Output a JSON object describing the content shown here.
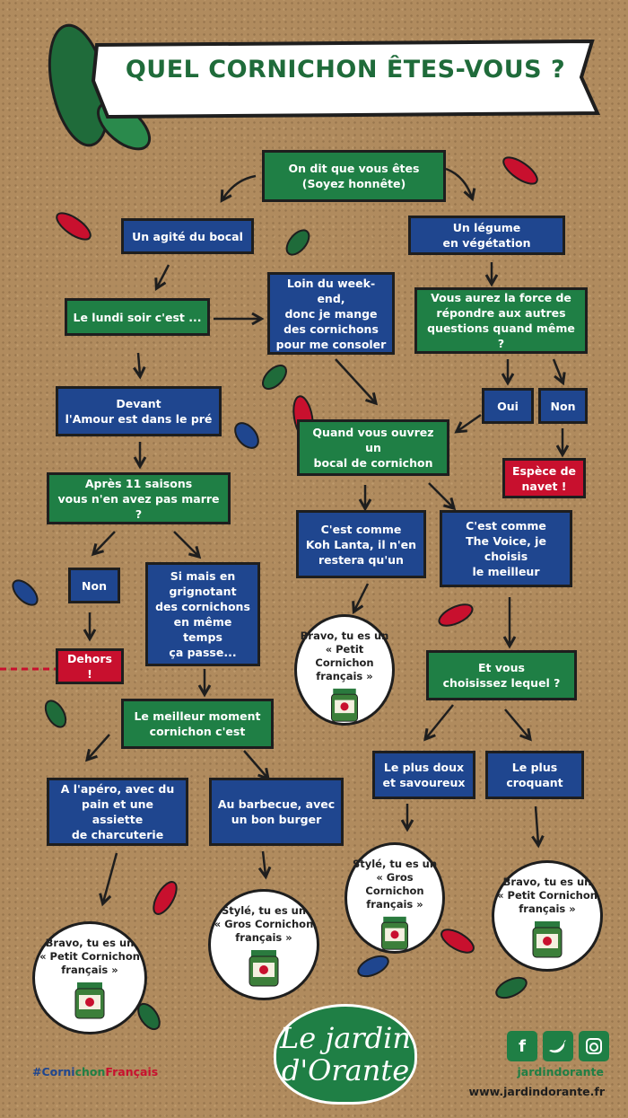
{
  "title": "QUEL CORNICHON ÊTES-VOUS ?",
  "nodes": {
    "start": "On dit que vous êtes\n(Soyez honnête)",
    "agite": "Un agité du bocal",
    "legume": "Un légume\nen végétation",
    "lundi": "Le lundi soir c'est ...",
    "loin": "Loin du week-end,\ndonc je mange\ndes cornichons\npour me consoler",
    "force": "Vous aurez la force de\nrépondre aux autres\nquestions  quand même ?",
    "oui": "Oui",
    "non1": "Non",
    "devant": "Devant\nl'Amour est dans le pré",
    "quand": "Quand vous ouvrez un\nbocal de cornichon",
    "espece": "Espèce de\nnavet !",
    "apres": "Après 11 saisons\nvous n'en avez pas marre ?",
    "koh": "C'est comme\nKoh Lanta, il n'en\nrestera qu'un",
    "voice": "C'est comme\nThe Voice, je choisis\nle meilleur",
    "non2": "Non",
    "simais": "Si mais en\ngrignotant\ndes cornichons\nen même temps\nça passe...",
    "dehors": "Dehors !",
    "choisissez": "Et vous\nchoisissez lequel ?",
    "meilleur": "Le meilleur moment\ncornichon c'est",
    "doux": "Le plus doux\net savoureux",
    "croquant": "Le plus\ncroquant",
    "apero": "A l'apéro, avec du\npain et une assiette\nde charcuterie",
    "barbecue": "Au barbecue, avec\nun bon burger"
  },
  "results": {
    "r1": "Bravo, tu es un\n« Petit Cornichon\nfrançais »",
    "r2": "Stylé, tu es un\n« Gros Cornichon\nfrançais »",
    "r3": "Bravo, tu es un\n« Petit Cornichon\nfrançais »",
    "r4": "Stylé, tu es un\n« Gros Cornichon\nfrançais »",
    "r5": "Bravo, tu es un\n« Petit Cornichon\nfrançais »"
  },
  "footer": {
    "hashtag_1": "#Corni",
    "hashtag_2": "chon",
    "hashtag_3": "Français",
    "logo_line1": "Le jardin",
    "logo_line2": "d'Orante",
    "social_handle": "jardindorante",
    "website": "www.jardindorante.fr"
  },
  "colors": {
    "green": "#1f7f45",
    "blue": "#1f468f",
    "red": "#c8102e",
    "kraft": "#b08b5e"
  },
  "icons": [
    "facebook-icon",
    "twitter-icon",
    "instagram-icon",
    "cornichon-icon",
    "jar-icon"
  ]
}
